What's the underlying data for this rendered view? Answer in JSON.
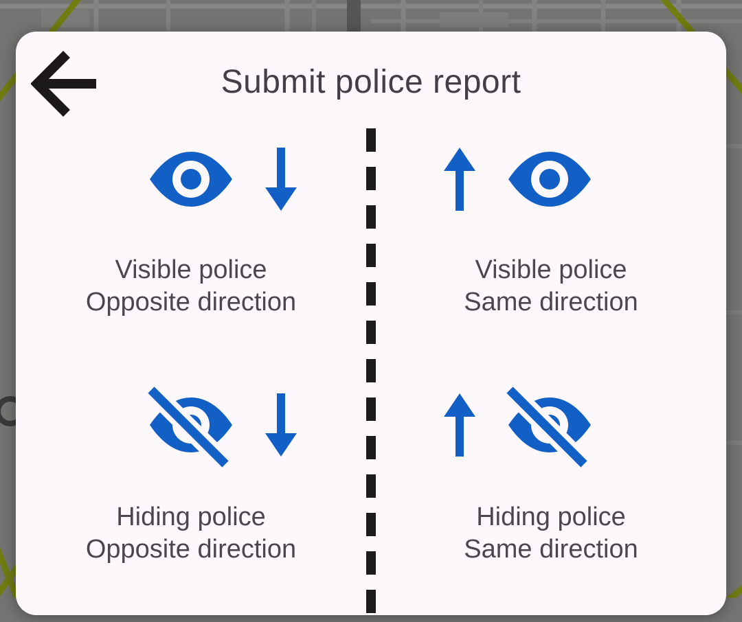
{
  "header": {
    "title": "Submit police report",
    "back_icon": "arrow-back-icon"
  },
  "options": [
    {
      "id": "visible-opposite",
      "line1": "Visible police",
      "line2": "Opposite direction",
      "visibility_icon": "eye-visible-icon",
      "direction_icon": "arrow-down-icon"
    },
    {
      "id": "visible-same",
      "line1": "Visible police",
      "line2": "Same direction",
      "visibility_icon": "eye-visible-icon",
      "direction_icon": "arrow-up-icon"
    },
    {
      "id": "hiding-opposite",
      "line1": "Hiding police",
      "line2": "Opposite direction",
      "visibility_icon": "eye-hidden-icon",
      "direction_icon": "arrow-down-icon"
    },
    {
      "id": "hiding-same",
      "line1": "Hiding police",
      "line2": "Same direction",
      "visibility_icon": "eye-hidden-icon",
      "direction_icon": "arrow-up-icon"
    }
  ],
  "divider": {
    "style": "vertical-dashed-road-line"
  },
  "colors": {
    "accent_blue": "#1260c6",
    "dialog_background": "#fdf8fc",
    "title_text": "#424046",
    "label_text": "#4a484d",
    "divider_dash": "#1c1c1c",
    "map_gray": "#747472",
    "map_route_olive": "#6f7d11"
  }
}
